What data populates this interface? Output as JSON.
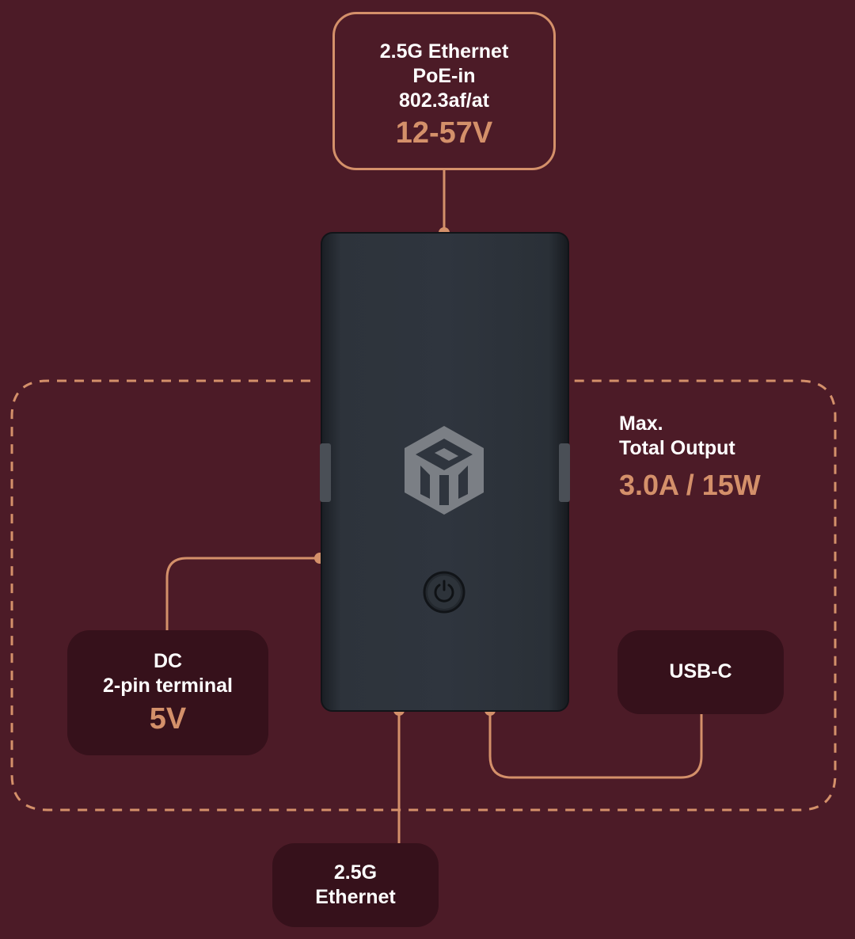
{
  "colors": {
    "background": "#4c1b27",
    "accent": "#d4906a",
    "label_box": "#36111b",
    "device": "#2a3038"
  },
  "poe_in": {
    "lines": [
      "2.5G Ethernet",
      "PoE-in",
      "802.3af/at"
    ],
    "voltage": "12-57V"
  },
  "output": {
    "title_line1": "Max.",
    "title_line2": "Total Output",
    "value": "3.0A / 15W"
  },
  "dc_terminal": {
    "line1": "DC",
    "line2": "2-pin terminal",
    "voltage": "5V"
  },
  "usb_c": {
    "label": "USB-C"
  },
  "ethernet_out": {
    "line1": "2.5G",
    "line2": "Ethernet"
  },
  "device": {
    "logo_icon": "mikrotik-cube-logo",
    "button_icon": "power-icon"
  }
}
